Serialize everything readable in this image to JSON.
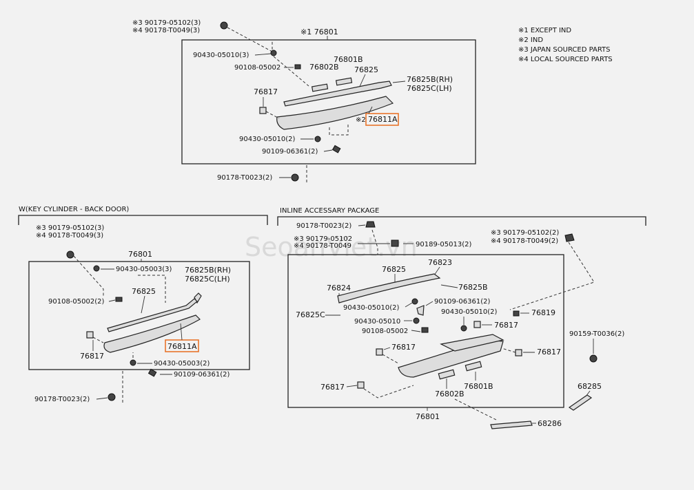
{
  "legend": [
    "※1 EXCEPT IND",
    "※2 IND",
    "※3 JAPAN SOURCED PARTS",
    "※4 LOCAL SOURCED PARTS"
  ],
  "top": {
    "box_part": "※1 76801",
    "labels": {
      "a": "※3 90179-05102(3)",
      "b": "※4 90178-T0049(3)",
      "c": "90430-05010(3)",
      "d": "90108-05002",
      "e": "76802B",
      "f": "76801B",
      "g": "76825",
      "h": "76825B(RH)",
      "i": "76825C(LH)",
      "j": "76817",
      "k": "※2",
      "l": "76811A",
      "m": "90430-05010(2)",
      "n": "90109-06361(2)",
      "o": "90178-T0023(2)"
    }
  },
  "left": {
    "title": "W(KEY CYLINDER - BACK DOOR)",
    "labels": {
      "a": "※3 90179-05102(3)",
      "b": "※4 90178-T0049(3)",
      "c": "76801",
      "d": "90430-05003(3)",
      "e": "76825B(RH)",
      "f": "76825C(LH)",
      "g": "76825",
      "h": "90108-05002(2)",
      "i": "76811A",
      "j": "76817",
      "k": "90430-05003(2)",
      "l": "90109-06361(2)",
      "m": "90178-T0023(2)"
    }
  },
  "right": {
    "title": "INLINE ACCESSARY PACKAGE",
    "labels": {
      "a": "90178-T0023(2)",
      "b": "※3 90179-05102",
      "c": "※4 90178-T0049",
      "d": "90189-05013(2)",
      "e": "76823",
      "f": "76825",
      "g": "76824",
      "h": "76825B",
      "i": "90430-05010(2)",
      "j": "90109-06361(2)",
      "k": "76825C",
      "l": "90430-05010",
      "m": "90108-05002",
      "n": "90430-05010(2)",
      "o": "76819",
      "p": "76817",
      "q": "76817",
      "r": "76817",
      "s": "76817",
      "t": "76802B",
      "u": "76801B",
      "v": "76801",
      "w": "※3 90179-05102(2)",
      "x": "※4 90178-T0049(2)",
      "y": "90159-T0036(2)",
      "z": "68285",
      "aa": "68286"
    }
  },
  "watermark": "SeoanViet.vn",
  "colors": {
    "highlight": "#e8742a",
    "line": "#222222",
    "background": "#f2f2f2"
  }
}
